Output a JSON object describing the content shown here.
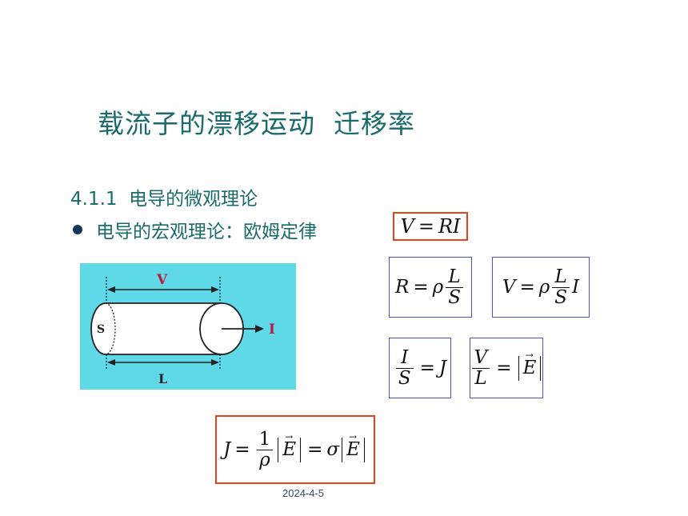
{
  "slide": {
    "title": "载流子的漂移运动  迁移率",
    "section_heading": "4.1.1  电导的微观理论",
    "bullet_text": "电导的宏观理论：欧姆定律",
    "date": "2024-4-5"
  },
  "diagram": {
    "label_voltage": "V",
    "label_area": "S",
    "label_current": "I",
    "label_length": "L",
    "background_color": "#5fd8e8"
  },
  "equations": {
    "ohm": {
      "lhs": "V",
      "eq": "=",
      "rhs": "RI"
    },
    "resistance": {
      "lhs": "R",
      "eq": "=",
      "rho": "ρ",
      "num": "L",
      "den": "S"
    },
    "voltage": {
      "lhs": "V",
      "eq": "=",
      "rho": "ρ",
      "num": "L",
      "den": "S",
      "tail": "I"
    },
    "current_density": {
      "num": "I",
      "den": "S",
      "eq": "=",
      "rhs": "J"
    },
    "field": {
      "num": "V",
      "den": "L",
      "eq": "=",
      "rhs": "E"
    },
    "conductivity": {
      "lhs": "J",
      "eq": "=",
      "num": "1",
      "den": "ρ",
      "field": "E",
      "eq2": "=",
      "sigma": "σ",
      "field2": "E"
    }
  },
  "colors": {
    "heading": "#1a6b6b",
    "bullet": "#18355e",
    "box_blue": "#4a50d8",
    "box_red": "#e0451c"
  }
}
